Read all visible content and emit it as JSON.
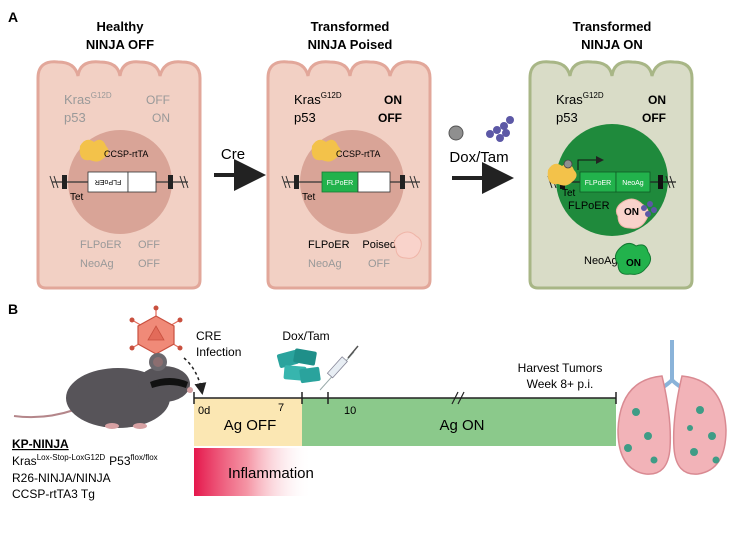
{
  "panel_a": {
    "label": "A",
    "cells": [
      {
        "title_line1": "Healthy",
        "title_line2": "NINJA OFF",
        "kras": "Kras",
        "kras_sup": "G12D",
        "kras_state": "OFF",
        "p53": "p53",
        "p53_state": "ON",
        "ccsp": "CCSP-rtTA",
        "tet": "Tet",
        "flpoer_box": "FLPoER",
        "flpoer": "FLPoER",
        "flpoer_state": "OFF",
        "neoag": "NeoAg",
        "neoag_state": "OFF"
      },
      {
        "title_line1": "Transformed",
        "title_line2": "NINJA Poised",
        "kras": "Kras",
        "kras_sup": "G12D",
        "kras_state": "ON",
        "p53": "p53",
        "p53_state": "OFF",
        "ccsp": "CCSP-rtTA",
        "tet": "Tet",
        "flpoer_box": "FLPoER",
        "flpoer": "FLPoER",
        "flpoer_state": "Poised",
        "neoag": "NeoAg",
        "neoag_state": "OFF"
      },
      {
        "title_line1": "Transformed",
        "title_line2": "NINJA ON",
        "kras": "Kras",
        "kras_sup": "G12D",
        "kras_state": "ON",
        "p53": "p53",
        "p53_state": "OFF",
        "tet": "Tet",
        "flpoer_box": "FLPoER",
        "neoag_box": "NeoAg",
        "flpoer": "FLPoER",
        "flpoer_state": "ON",
        "neoag": "NeoAg",
        "neoag_state": "ON"
      }
    ],
    "arrow1_label": "Cre",
    "arrow2_label": "Dox/Tam"
  },
  "panel_b": {
    "label": "B",
    "cre_line1": "CRE",
    "cre_line2": "Infection",
    "doxtam": "Dox/Tam",
    "harvest_line1": "Harvest Tumors",
    "harvest_line2": "Week 8+ p.i.",
    "tick_0": "0d",
    "tick_7": "7",
    "tick_10": "10",
    "ag_off": "Ag OFF",
    "ag_on": "Ag ON",
    "inflammation": "Inflammation",
    "strain_title": "KP-NINJA",
    "kras": "Kras",
    "kras_sup": "Lox-Stop-LoxG12D",
    "p53": "P53",
    "p53_sup": "flox/flox",
    "r26": "R26-NINJA/NINJA",
    "ccsp": "CCSP-rtTA3 Tg"
  },
  "colors": {
    "cell_pink_fill": "#f2d0c4",
    "cell_pink_stroke": "#e2a79a",
    "nucleus_pink": "#d9a497",
    "cell_green_fill": "#d9dcc7",
    "cell_green_stroke": "#a8b686",
    "nucleus_green": "#1f8a3c",
    "gene_green": "#22b24c",
    "ag_off": "#fbe7b3",
    "ag_on": "#8bc98b",
    "inflammation": "#e5174c"
  }
}
